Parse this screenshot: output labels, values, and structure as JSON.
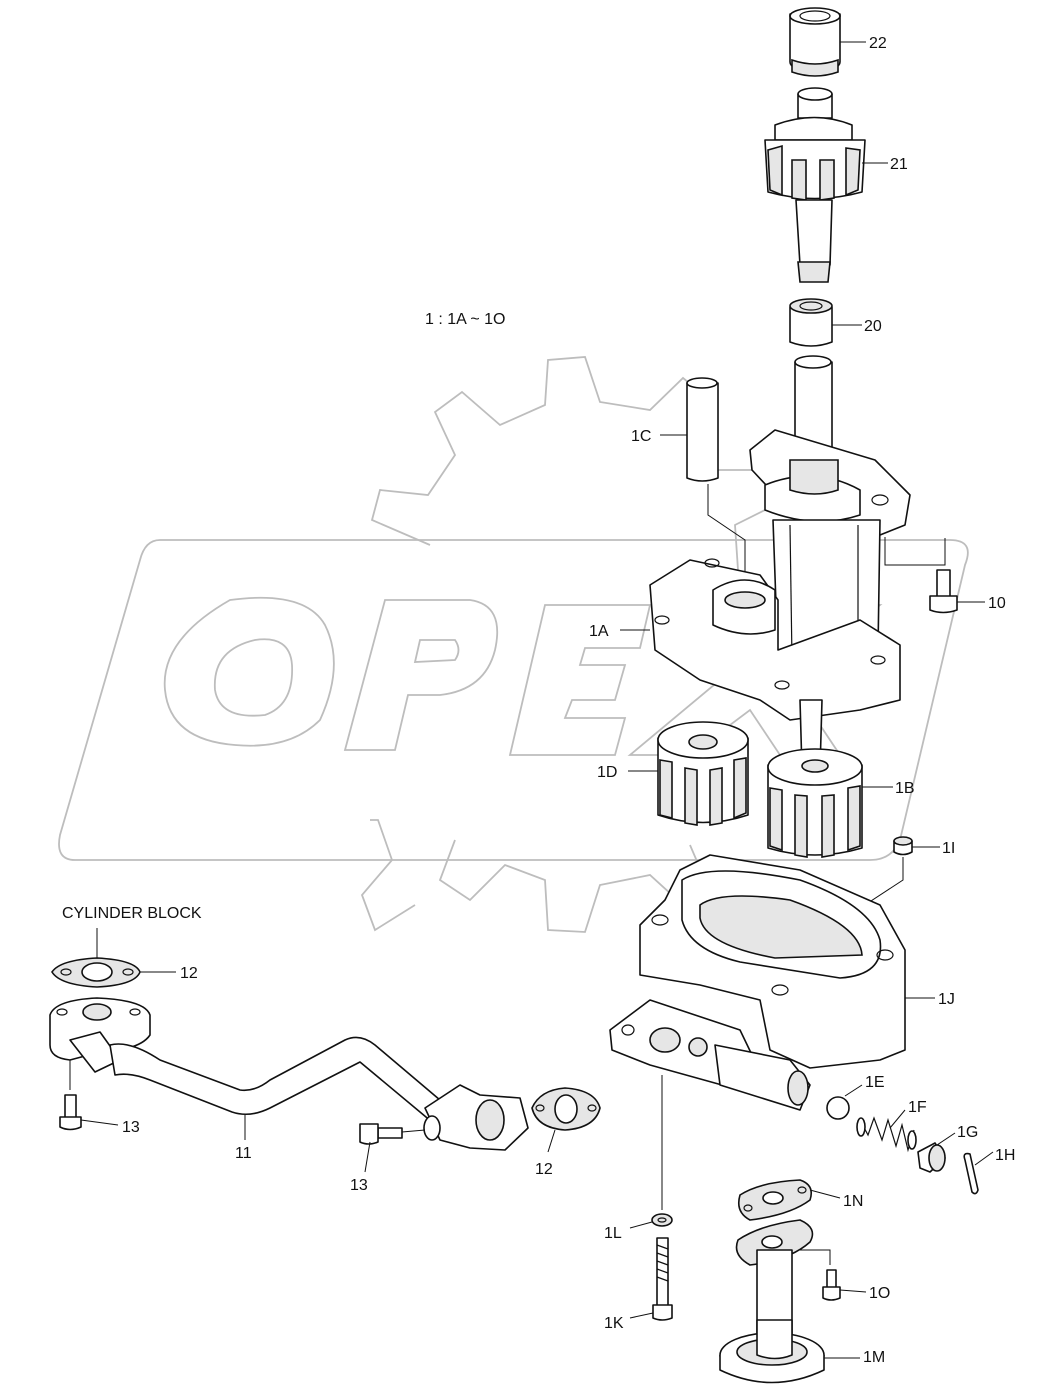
{
  "watermark": {
    "text": "OPEX",
    "color": "#bdbdbd"
  },
  "header_note": "1 : 1A ~ 1O",
  "reference_label": "CYLINDER BLOCK",
  "callouts": {
    "p22": "22",
    "p21": "21",
    "p20": "20",
    "p1C": "1C",
    "p10": "10",
    "p1A": "1A",
    "p1D": "1D",
    "p1B": "1B",
    "p1I": "1I",
    "p12a": "12",
    "p1J": "1J",
    "p13a": "13",
    "p11": "11",
    "p13b": "13",
    "p12b": "12",
    "p1E": "1E",
    "p1F": "1F",
    "p1G": "1G",
    "p1H": "1H",
    "p1N": "1N",
    "p1L": "1L",
    "p1O": "1O",
    "p1K": "1K",
    "p1M": "1M"
  }
}
